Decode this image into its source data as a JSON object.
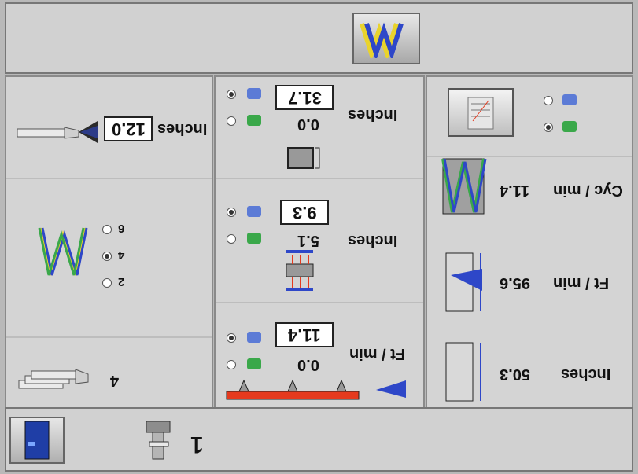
{
  "top": {
    "logo_icon": "weave-w-logo-icon"
  },
  "left_panel": {
    "spray_distance": {
      "value": "12.0",
      "unit": "Inches",
      "icon": "spray-gun-icon"
    },
    "pattern_options": [
      {
        "label": "6",
        "selected": false
      },
      {
        "label": "4",
        "selected": true
      },
      {
        "label": "2",
        "selected": false
      }
    ],
    "gun_count": {
      "value": "4",
      "icon": "multi-gun-icon"
    }
  },
  "mid_panel": {
    "overlap": {
      "value": "31.7",
      "value2": "0.0",
      "unit": "Inches",
      "mode_selected": "manual"
    },
    "edge_gap": {
      "value": "9.3",
      "value2": "5.1",
      "unit": "Inches",
      "mode_selected": "manual"
    },
    "conveyor": {
      "value": "11.4",
      "value2": "0.0",
      "unit": "Ft / min",
      "mode_selected": "manual"
    }
  },
  "right_panel": {
    "mode_selected": "auto",
    "cycle_rate": {
      "value": "11.4",
      "unit": "Cyc / min"
    },
    "traverse_speed": {
      "value": "95.6",
      "unit": "Ft / min"
    },
    "stroke_length": {
      "value": "50.3",
      "unit": "Inches"
    }
  },
  "bottom": {
    "tool_number": "1",
    "exit_icon": "exit-door-icon",
    "tool_icon": "spray-tool-icon"
  },
  "colors": {
    "panel_bg": "#d4d4d4",
    "frame_bg": "#b9b9b9",
    "conveyor_red": "#e53a1e",
    "accent_blue": "#2e47c8",
    "wave_green": "#3aa84a",
    "wave_yellow": "#e9d32c"
  }
}
